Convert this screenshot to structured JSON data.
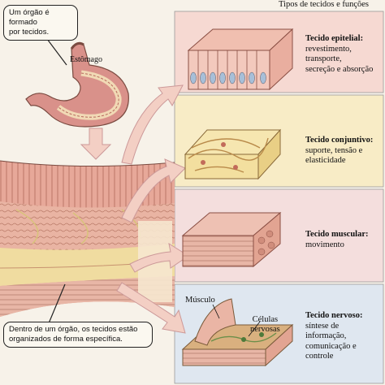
{
  "header": {
    "title": "Tipos de tecidos e funções"
  },
  "callouts": {
    "organ": "Um órgão é formado por tecidos.",
    "organ_lines": [
      "Um órgão é formado",
      "por tecidos."
    ],
    "tissues_lines": [
      "Dentro de um órgão, os tecidos estão",
      "organizados de forma específica."
    ]
  },
  "stomach_label": "Estômago",
  "tissues": [
    {
      "name": "Tecido epitelial:",
      "functions": [
        "revestimento,",
        "transporte,",
        "secreção e absorção"
      ],
      "bg": "#f6d9d2"
    },
    {
      "name": "Tecido conjuntivo:",
      "functions": [
        "suporte, tensão e",
        "elasticidade"
      ],
      "bg": "#f8ecc6"
    },
    {
      "name": "Tecido muscular:",
      "functions": [
        "movimento"
      ],
      "bg": "#f4dedd"
    },
    {
      "name": "Tecido nervoso:",
      "functions": [
        "síntese de",
        "informação,",
        "comunicação e",
        "controle"
      ],
      "bg": "#dfe7f0"
    }
  ],
  "nervous_labels": {
    "muscle": "Músculo",
    "cells": [
      "Células",
      "nervosas"
    ]
  },
  "colors": {
    "arrow": "#f3cfc4",
    "arrow_stroke": "#c99",
    "tissue_pink": "#e9a79a",
    "fat_yellow": "#f2e39b"
  }
}
